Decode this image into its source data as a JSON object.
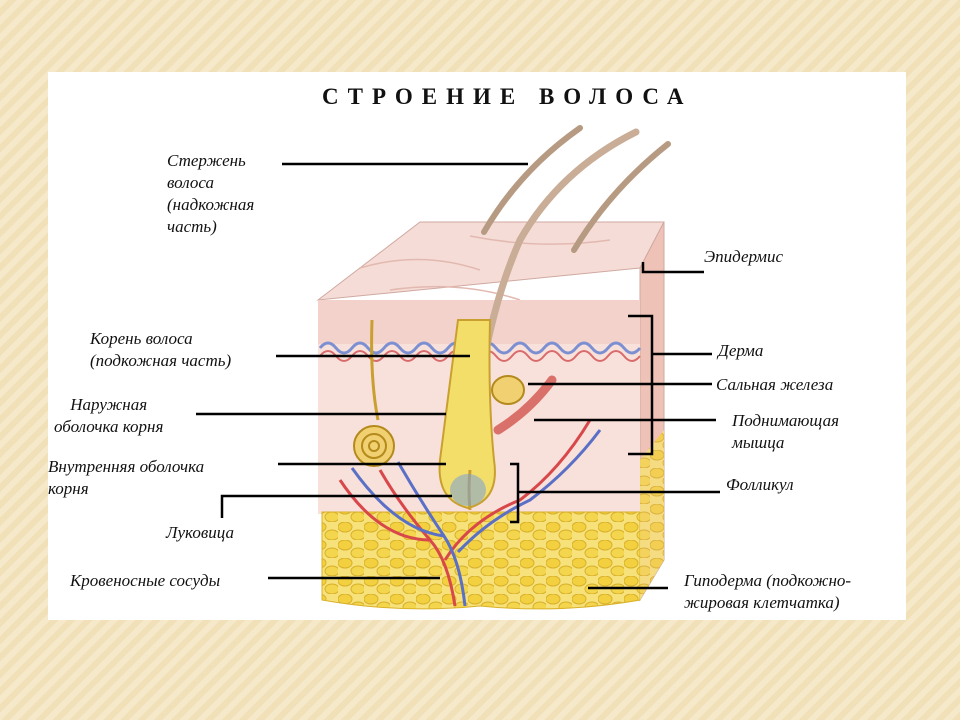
{
  "title": "СТРОЕНИЕ ВОЛОСА",
  "labels": {
    "shaft": [
      "Стержень",
      "волоса",
      "(надкожная",
      "часть)"
    ],
    "root": [
      "Корень волоса",
      "(подкожная часть)"
    ],
    "outer_sheath": [
      "Наружная",
      "оболочка корня"
    ],
    "inner_sheath": [
      "Внутренняя  оболочка",
      "корня"
    ],
    "bulb": "Луковица",
    "vessels": "Кровеносные сосуды",
    "epidermis": "Эпидермис",
    "dermis": "Дерма",
    "sebaceous": "Сальная железа",
    "muscle": [
      "Поднимающая",
      "мышца"
    ],
    "follicle": "Фолликул",
    "hypodermis": [
      "Гиподерма (подкожно-",
      "жировая клетчатка)"
    ]
  },
  "colors": {
    "background": "#f3e4bf",
    "skin_top": "#f4d4cf",
    "dermis": "#f6d9d3",
    "fat": "#f2d34a",
    "hair": "#b79a82",
    "root": "#f3de6a",
    "vessel_red": "#d8484a",
    "vessel_blue": "#5a6fc6",
    "leader": "#000000"
  }
}
